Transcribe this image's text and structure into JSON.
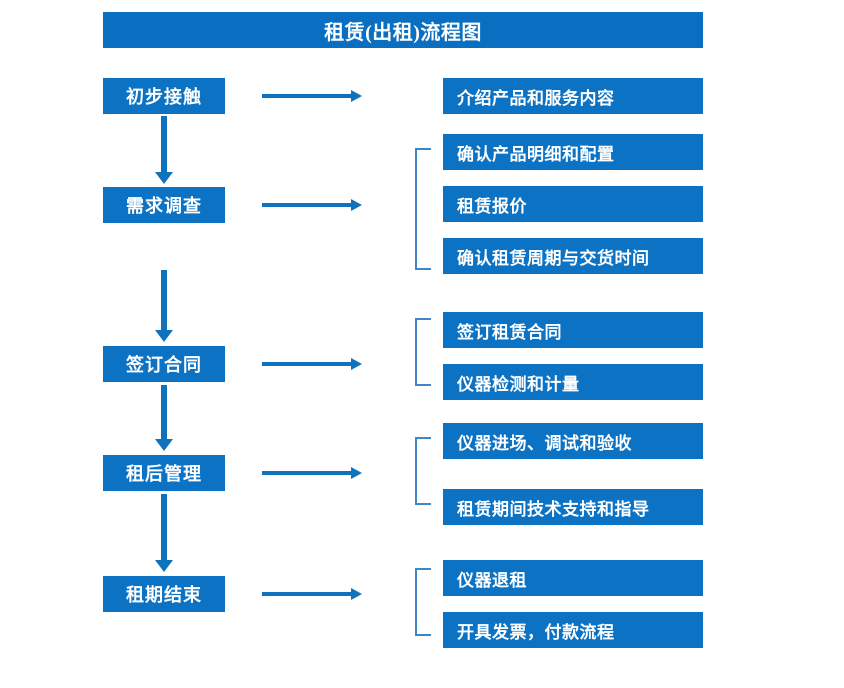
{
  "diagram": {
    "title": "租赁(出租)流程图",
    "colors": {
      "title_bar": "#0a6fc0",
      "box_fill": "#0b72c4",
      "box_text": "#ffffff",
      "arrow": "#0f72bd",
      "bracket": "#3f87c8",
      "background": "#ffffff"
    },
    "stages": [
      {
        "label": "初步接触"
      },
      {
        "label": "需求调查"
      },
      {
        "label": "签订合同"
      },
      {
        "label": "租后管理"
      },
      {
        "label": "租期结束"
      }
    ],
    "details": [
      {
        "label": "介绍产品和服务内容"
      },
      {
        "label": "确认产品明细和配置"
      },
      {
        "label": "租赁报价"
      },
      {
        "label": "确认租赁周期与交货时间"
      },
      {
        "label": "签订租赁合同"
      },
      {
        "label": "仪器检测和计量"
      },
      {
        "label": "仪器进场、调试和验收"
      },
      {
        "label": "租赁期间技术支持和指导"
      },
      {
        "label": "仪器退租"
      },
      {
        "label": "开具发票，付款流程"
      }
    ]
  }
}
